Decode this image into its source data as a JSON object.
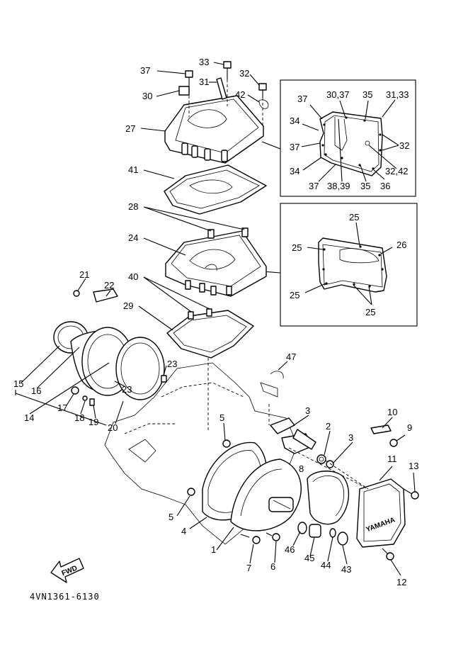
{
  "diagram": {
    "drawing_code": "4VN1361-6130",
    "fwd_label": "FWD",
    "logo_text": "YAMAHA",
    "callouts": [
      {
        "id": "c37a",
        "text": "37"
      },
      {
        "id": "c33",
        "text": "33"
      },
      {
        "id": "c31",
        "text": "31"
      },
      {
        "id": "c32a",
        "text": "32"
      },
      {
        "id": "c30",
        "text": "30"
      },
      {
        "id": "c42",
        "text": "42"
      },
      {
        "id": "c27",
        "text": "27"
      },
      {
        "id": "c41",
        "text": "41"
      },
      {
        "id": "c28",
        "text": "28"
      },
      {
        "id": "c24",
        "text": "24"
      },
      {
        "id": "c40",
        "text": "40"
      },
      {
        "id": "c29",
        "text": "29"
      },
      {
        "id": "c21",
        "text": "21"
      },
      {
        "id": "c22",
        "text": "22"
      },
      {
        "id": "c47",
        "text": "47"
      },
      {
        "id": "c23a",
        "text": "23"
      },
      {
        "id": "c23b",
        "text": "23"
      },
      {
        "id": "c15",
        "text": "15"
      },
      {
        "id": "c16",
        "text": "16"
      },
      {
        "id": "c14",
        "text": "14"
      },
      {
        "id": "c17",
        "text": "17"
      },
      {
        "id": "c18",
        "text": "18"
      },
      {
        "id": "c19",
        "text": "19"
      },
      {
        "id": "c20",
        "text": "20"
      },
      {
        "id": "c5a",
        "text": "5"
      },
      {
        "id": "c3a",
        "text": "3"
      },
      {
        "id": "c2",
        "text": "2"
      },
      {
        "id": "c3b",
        "text": "3"
      },
      {
        "id": "c10",
        "text": "10"
      },
      {
        "id": "c9",
        "text": "9"
      },
      {
        "id": "c8",
        "text": "8"
      },
      {
        "id": "c11",
        "text": "11"
      },
      {
        "id": "c13",
        "text": "13"
      },
      {
        "id": "c5b",
        "text": "5"
      },
      {
        "id": "c4",
        "text": "4"
      },
      {
        "id": "c1",
        "text": "1"
      },
      {
        "id": "c7",
        "text": "7"
      },
      {
        "id": "c6",
        "text": "6"
      },
      {
        "id": "c46",
        "text": "46"
      },
      {
        "id": "c45",
        "text": "45"
      },
      {
        "id": "c44",
        "text": "44"
      },
      {
        "id": "c43",
        "text": "43"
      },
      {
        "id": "c12",
        "text": "12"
      }
    ],
    "inset_top": [
      {
        "id": "i37a",
        "text": "37"
      },
      {
        "id": "i3037",
        "text": "30,37"
      },
      {
        "id": "i35a",
        "text": "35"
      },
      {
        "id": "i3133",
        "text": "31,33"
      },
      {
        "id": "i34a",
        "text": "34"
      },
      {
        "id": "i37b",
        "text": "37"
      },
      {
        "id": "i32",
        "text": "32"
      },
      {
        "id": "i34b",
        "text": "34"
      },
      {
        "id": "i3242",
        "text": "32,42"
      },
      {
        "id": "i37c",
        "text": "37"
      },
      {
        "id": "i3839",
        "text": "38,39"
      },
      {
        "id": "i35b",
        "text": "35"
      },
      {
        "id": "i36",
        "text": "36"
      }
    ],
    "inset_bottom": [
      {
        "id": "j25a",
        "text": "25"
      },
      {
        "id": "j25b",
        "text": "25"
      },
      {
        "id": "j26",
        "text": "26"
      },
      {
        "id": "j25c",
        "text": "25"
      },
      {
        "id": "j25d",
        "text": "25"
      }
    ]
  }
}
